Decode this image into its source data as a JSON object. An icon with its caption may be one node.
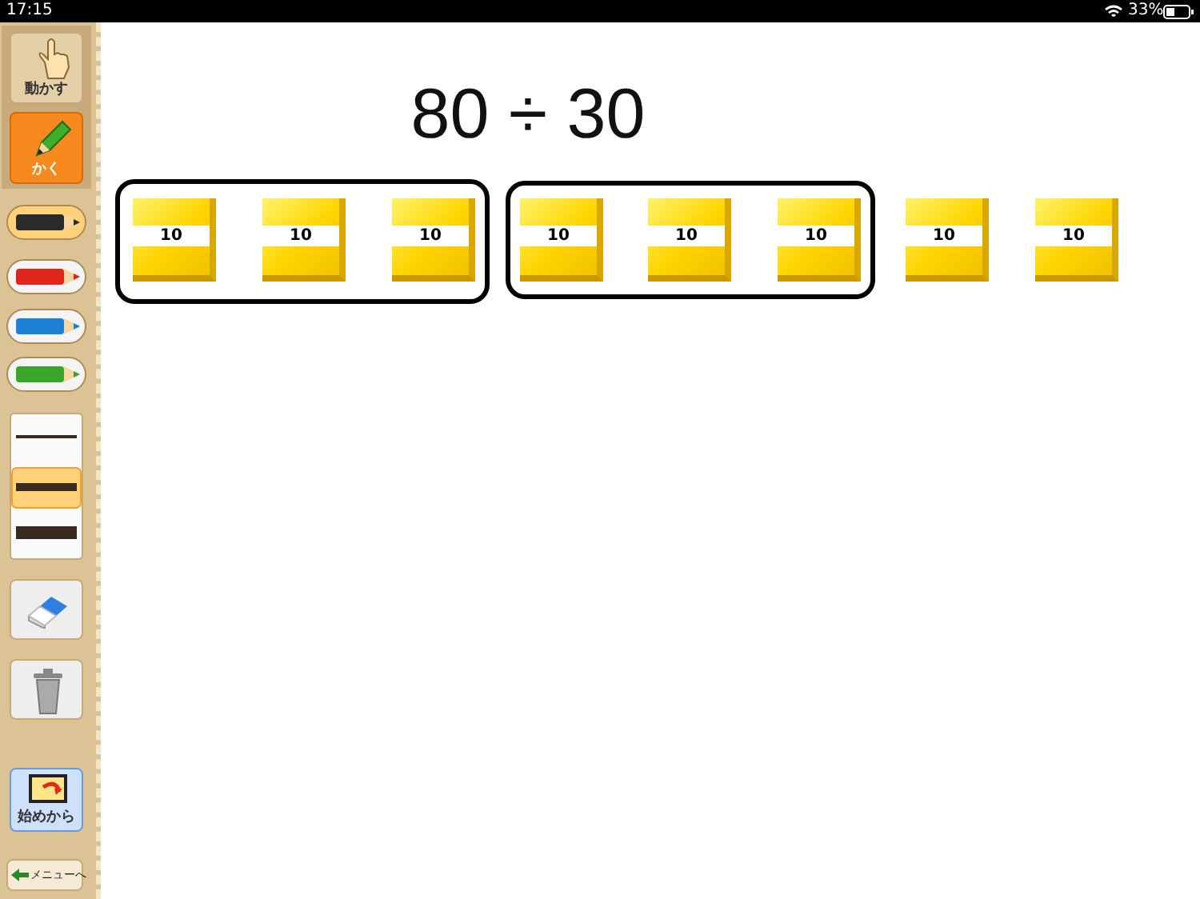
{
  "diagram": {
    "title": "80 ÷ 30",
    "nodes": [
      {
        "text": [],
        "shape": "box"
      },
      {
        "text": [
          "10"
        ],
        "in": 0
      },
      {
        "text": [
          "10"
        ],
        "in": 0
      },
      {
        "text": [
          "10"
        ],
        "in": 0
      },
      {
        "text": [],
        "shape": "box"
      },
      {
        "text": [
          "10"
        ],
        "in": 4
      },
      {
        "text": [
          "10"
        ],
        "in": 4
      },
      {
        "text": [
          "10"
        ],
        "in": 4
      },
      {
        "text": [
          "10"
        ]
      },
      {
        "text": [
          "10"
        ]
      }
    ],
    "labels": [
      "17:15",
      "33%",
      "動かす",
      "かく",
      "始めから",
      "メニューへ"
    ]
  }
}
